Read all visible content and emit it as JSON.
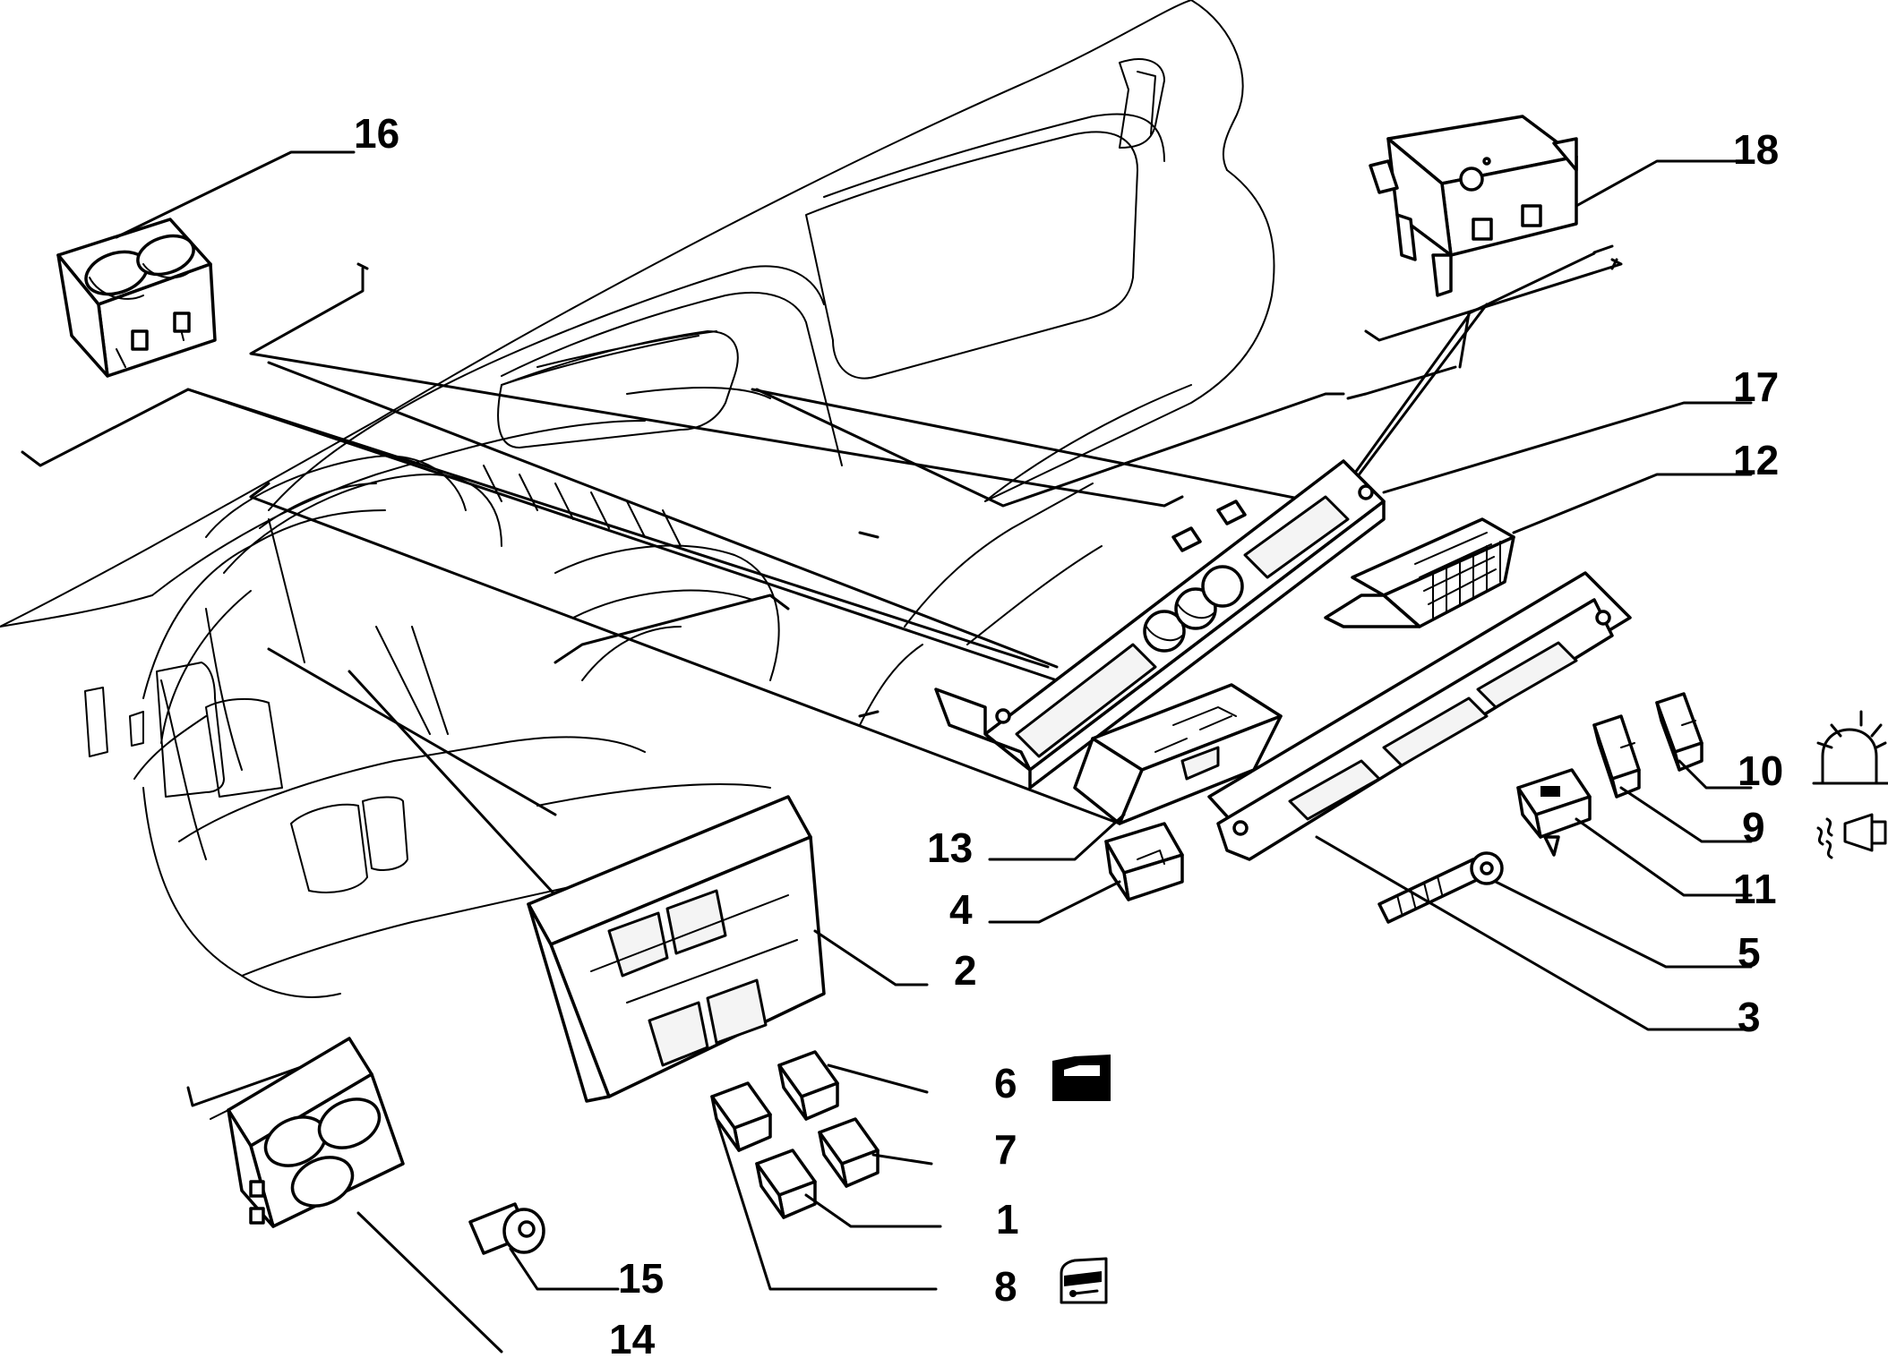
{
  "callouts": [
    {
      "id": "16",
      "label": "16"
    },
    {
      "id": "18",
      "label": "18"
    },
    {
      "id": "17",
      "label": "17"
    },
    {
      "id": "12",
      "label": "12"
    },
    {
      "id": "10",
      "label": "10"
    },
    {
      "id": "9",
      "label": "9"
    },
    {
      "id": "11",
      "label": "11"
    },
    {
      "id": "13",
      "label": "13"
    },
    {
      "id": "4",
      "label": "4"
    },
    {
      "id": "5",
      "label": "5"
    },
    {
      "id": "3",
      "label": "3"
    },
    {
      "id": "2",
      "label": "2"
    },
    {
      "id": "6",
      "label": "6"
    },
    {
      "id": "7",
      "label": "7"
    },
    {
      "id": "1",
      "label": "1"
    },
    {
      "id": "8",
      "label": "8"
    },
    {
      "id": "15",
      "label": "15"
    },
    {
      "id": "14",
      "label": "14"
    }
  ],
  "symbols": {
    "hazard": "hazard-light-icon",
    "horn": "horn-icon",
    "door_window": "door-window-icon",
    "door_lock": "door-lock-icon"
  }
}
